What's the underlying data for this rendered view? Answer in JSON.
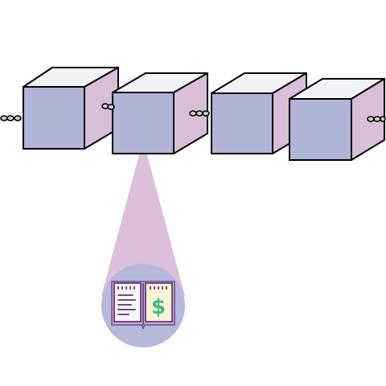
{
  "diagram": {
    "blocks": [
      {
        "name": "block-1",
        "front_color": "#b0b4d6",
        "side_color": "#d8bfd8",
        "top_color": "#f1f3f6"
      },
      {
        "name": "block-2",
        "front_color": "#b0b4d6",
        "side_color": "#d8bfd8",
        "top_color": "#f1f3f6"
      },
      {
        "name": "block-3",
        "front_color": "#b0b4d6",
        "side_color": "#d8bfd8",
        "top_color": "#f1f3f6"
      },
      {
        "name": "block-4",
        "front_color": "#b0b4d6",
        "side_color": "#d8bfd8",
        "top_color": "#f1f3f6"
      }
    ],
    "links": [
      "chain-link-icon",
      "chain-link-icon",
      "chain-link-icon",
      "chain-link-icon"
    ],
    "zoom_beam_color": "#d9bcd9",
    "zoom_circle_color": "#b6b8dc",
    "ledger_icon": "open-ledger-book-icon",
    "ledger_symbol": "$",
    "ledger_symbol_color": "#3fb68b",
    "outline_color": "#000000"
  }
}
